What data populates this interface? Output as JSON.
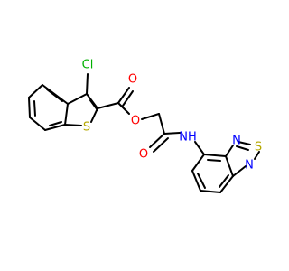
{
  "colors": {
    "bond": "#000000",
    "sulfur": "#b5a800",
    "oxygen": "#ff0000",
    "nitrogen": "#0000ff",
    "chlorine": "#00b000",
    "background": "#ffffff"
  },
  "atoms": {
    "cl": "Cl",
    "s_thiophene": "S",
    "o_carbonyl_ester": "O",
    "o_ester": "O",
    "o_carbonyl_amide": "O",
    "nh": "NH",
    "n_upper": "N",
    "s_thiadiazole": "S",
    "n_lower": "N"
  }
}
